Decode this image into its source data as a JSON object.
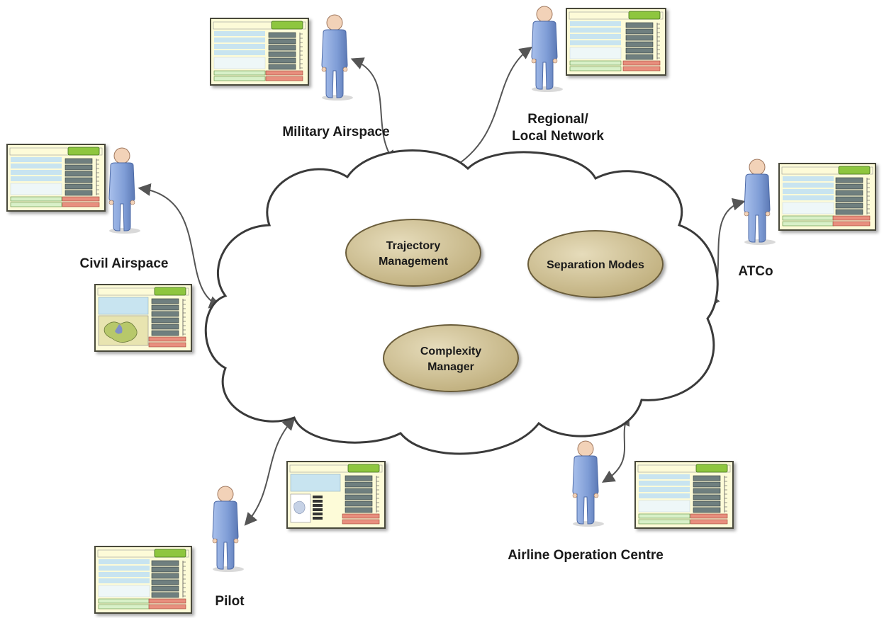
{
  "diagram": {
    "modules": [
      {
        "id": "trajectory",
        "lines": [
          "Trajectory",
          "Management"
        ]
      },
      {
        "id": "separation",
        "lines": [
          "Separation Modes"
        ]
      },
      {
        "id": "complexity",
        "lines": [
          "Complexity",
          "Manager"
        ]
      }
    ],
    "actors": [
      {
        "id": "military",
        "lines": [
          "Military Airspace"
        ]
      },
      {
        "id": "regional",
        "lines": [
          "Regional/",
          "Local Network"
        ]
      },
      {
        "id": "civil",
        "lines": [
          "Civil Airspace"
        ]
      },
      {
        "id": "atco",
        "lines": [
          "ATCo"
        ]
      },
      {
        "id": "pilot",
        "lines": [
          "Pilot"
        ]
      },
      {
        "id": "aoc",
        "lines": [
          "Airline Operation Centre"
        ]
      }
    ],
    "colors": {
      "cloud_fill": "#ffffff",
      "cloud_stroke": "#3a3a3a",
      "module_fill": "#d8caa0",
      "module_stroke": "#6b5d3a",
      "person_fill": "#8da9dc",
      "person_head": "#f2d2b8",
      "screen_bg": "#fdfbd8",
      "screen_border": "#4a4a3a",
      "screen_field": "#c8e4f0",
      "screen_button": "#8ec63f",
      "screen_list": "#6f7f7f",
      "screen_alert": "#e88f7e"
    }
  }
}
